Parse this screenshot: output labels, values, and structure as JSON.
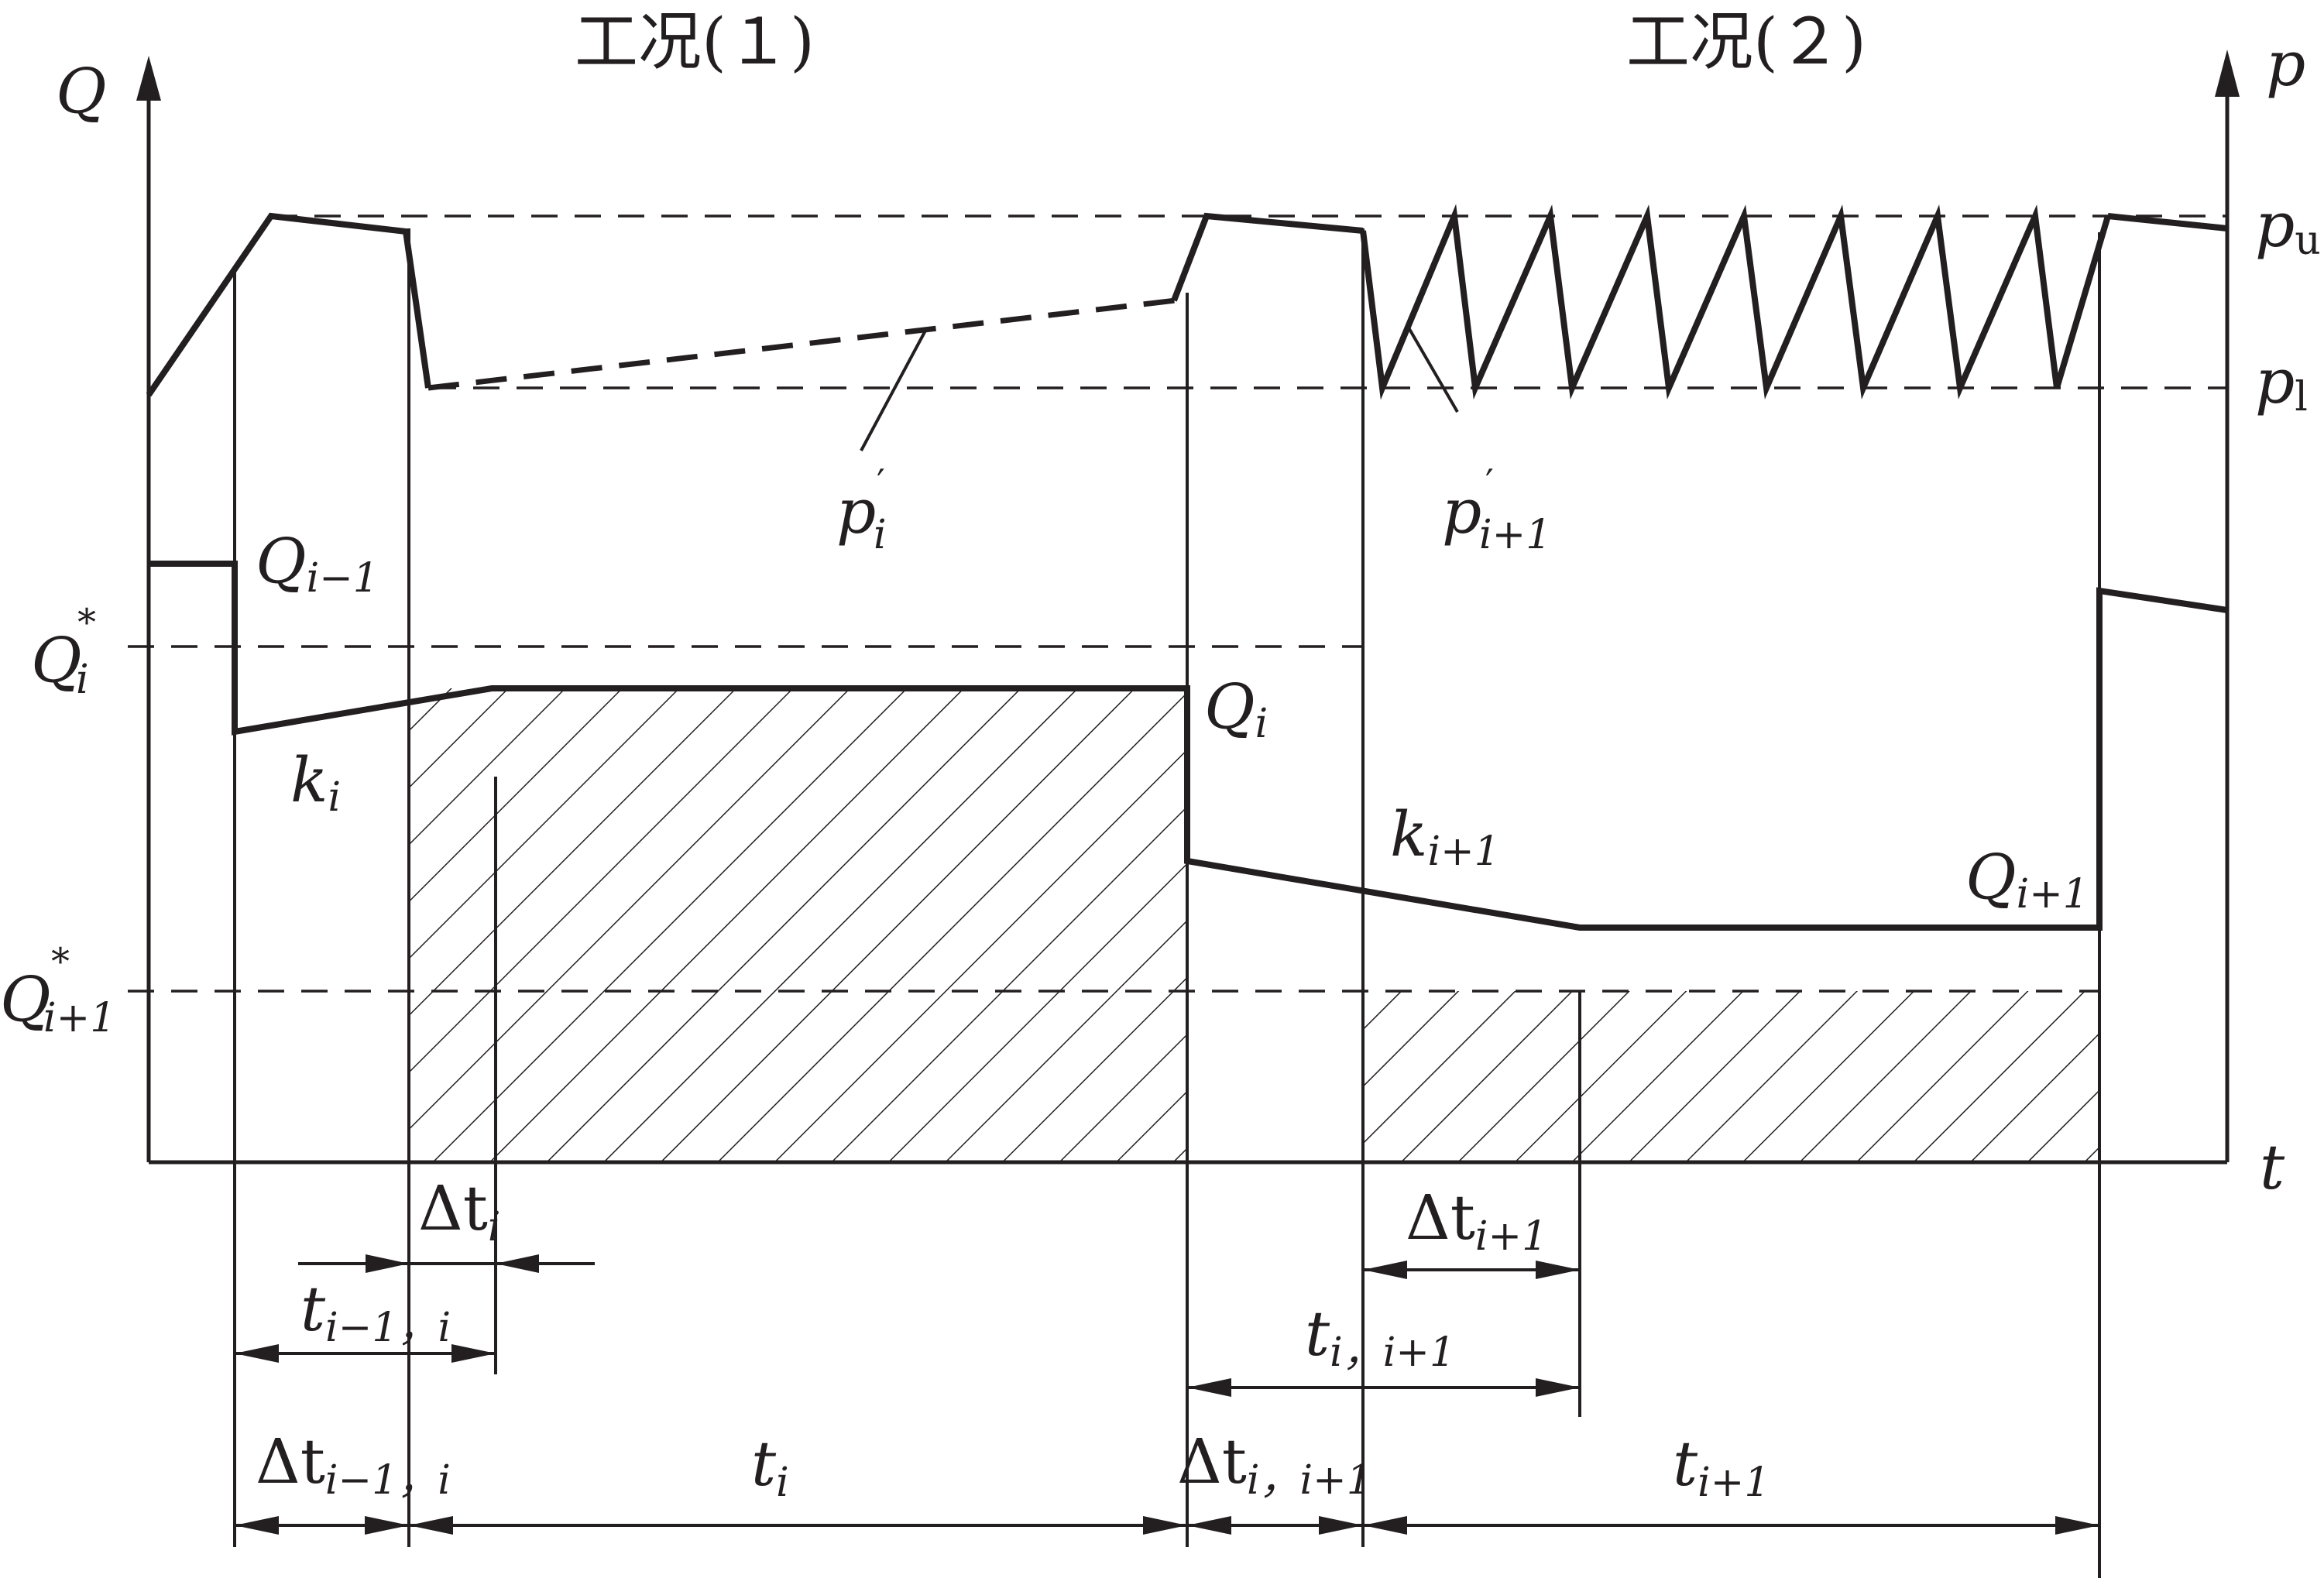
{
  "conditions": {
    "left": "工况(１)",
    "right": "工况(２)"
  },
  "axes": {
    "left_y": "Q",
    "right_y": "p",
    "x": "t"
  },
  "pressure_levels": {
    "upper": {
      "base": "p",
      "sub": "u"
    },
    "lower": {
      "base": "p",
      "sub": "l"
    }
  },
  "pressure_curves": {
    "pi": {
      "base": "p",
      "sub": "i",
      "prime": "′"
    },
    "pi1": {
      "base": "p",
      "sub": "i+1",
      "prime": "′"
    }
  },
  "flow_labels": {
    "q_im1": {
      "base": "Q",
      "sub": "i−1"
    },
    "q_i_star": {
      "base": "Q",
      "sub": "i",
      "sup": "*"
    },
    "q_i": {
      "base": "Q",
      "sub": "i"
    },
    "q_i1_star": {
      "base": "Q",
      "sub": "i+1",
      "sup": "*"
    },
    "q_i1": {
      "base": "Q",
      "sub": "i+1"
    }
  },
  "slope_labels": {
    "k_i": {
      "base": "k",
      "sub": "i"
    },
    "k_i1": {
      "base": "k",
      "sub": "i+1"
    }
  },
  "time_labels": {
    "dt_i": {
      "base": "Δt",
      "sub": "i"
    },
    "t_im1_i": {
      "base": "t",
      "sub": "i−1，i"
    },
    "dt_im1_i": {
      "base": "Δt",
      "sub": "i−1，i"
    },
    "t_i": {
      "base": "t",
      "sub": "i"
    },
    "dt_i_i1": {
      "base": "Δt",
      "sub": "i，i+1"
    },
    "t_i_i1": {
      "base": "t",
      "sub": "i，i+1"
    },
    "dt_i1": {
      "base": "Δt",
      "sub": "i+1"
    },
    "t_i1": {
      "base": "t",
      "sub": "i+1"
    }
  }
}
